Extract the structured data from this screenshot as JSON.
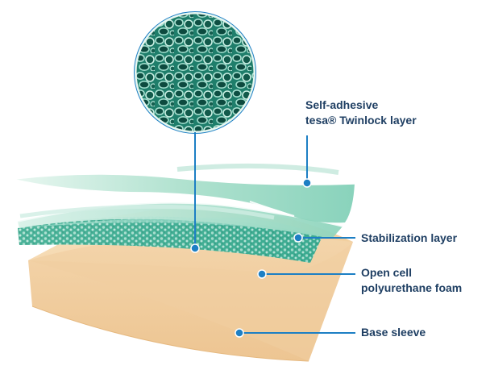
{
  "labels": {
    "twinlock": {
      "line1": "Self-adhesive",
      "line2": "tesa® Twinlock layer"
    },
    "stabilization": "Stabilization layer",
    "foam": {
      "line1": "Open cell",
      "line2": "polyurethane foam"
    },
    "base": "Base sleeve"
  },
  "colors": {
    "label_text": "#1f3f63",
    "leader": "#1d7fc4",
    "base_sleeve": "#f3d3a7",
    "foam": "#45b39b",
    "film": "#bfe9da"
  }
}
